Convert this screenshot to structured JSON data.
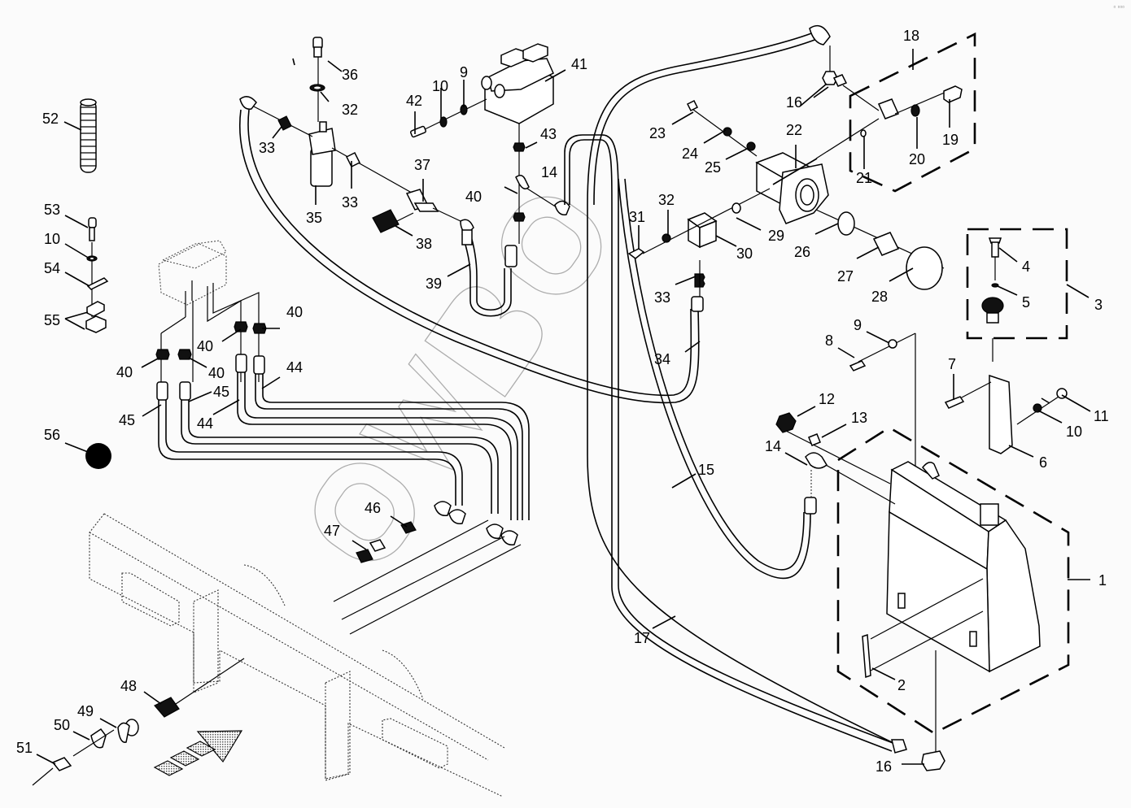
{
  "diagram": {
    "title": "Hydraulic system exploded parts diagram",
    "watermark": "OWB",
    "corner_mark": "▫ ▫▫▫",
    "callouts": [
      {
        "id": "c1",
        "label": "1"
      },
      {
        "id": "c2",
        "label": "2"
      },
      {
        "id": "c3",
        "label": "3"
      },
      {
        "id": "c4",
        "label": "4"
      },
      {
        "id": "c5",
        "label": "5"
      },
      {
        "id": "c6",
        "label": "6"
      },
      {
        "id": "c7",
        "label": "7"
      },
      {
        "id": "c8",
        "label": "8"
      },
      {
        "id": "c9a",
        "label": "9"
      },
      {
        "id": "c9b",
        "label": "9"
      },
      {
        "id": "c10a",
        "label": "10"
      },
      {
        "id": "c10b",
        "label": "10"
      },
      {
        "id": "c10c",
        "label": "10"
      },
      {
        "id": "c11",
        "label": "11"
      },
      {
        "id": "c12",
        "label": "12"
      },
      {
        "id": "c13",
        "label": "13"
      },
      {
        "id": "c14a",
        "label": "14"
      },
      {
        "id": "c14b",
        "label": "14"
      },
      {
        "id": "c15",
        "label": "15"
      },
      {
        "id": "c16a",
        "label": "16"
      },
      {
        "id": "c16b",
        "label": "16"
      },
      {
        "id": "c17",
        "label": "17"
      },
      {
        "id": "c18",
        "label": "18"
      },
      {
        "id": "c19",
        "label": "19"
      },
      {
        "id": "c20",
        "label": "20"
      },
      {
        "id": "c21",
        "label": "21"
      },
      {
        "id": "c22",
        "label": "22"
      },
      {
        "id": "c23",
        "label": "23"
      },
      {
        "id": "c24",
        "label": "24"
      },
      {
        "id": "c25",
        "label": "25"
      },
      {
        "id": "c26",
        "label": "26"
      },
      {
        "id": "c27",
        "label": "27"
      },
      {
        "id": "c28",
        "label": "28"
      },
      {
        "id": "c29",
        "label": "29"
      },
      {
        "id": "c30",
        "label": "30"
      },
      {
        "id": "c31",
        "label": "31"
      },
      {
        "id": "c32a",
        "label": "32"
      },
      {
        "id": "c32b",
        "label": "32"
      },
      {
        "id": "c33a",
        "label": "33"
      },
      {
        "id": "c33b",
        "label": "33"
      },
      {
        "id": "c33c",
        "label": "33"
      },
      {
        "id": "c34",
        "label": "34"
      },
      {
        "id": "c35",
        "label": "35"
      },
      {
        "id": "c36",
        "label": "36"
      },
      {
        "id": "c37",
        "label": "37"
      },
      {
        "id": "c38",
        "label": "38"
      },
      {
        "id": "c39",
        "label": "39"
      },
      {
        "id": "c40a",
        "label": "40"
      },
      {
        "id": "c40b",
        "label": "40"
      },
      {
        "id": "c40c",
        "label": "40"
      },
      {
        "id": "c40d",
        "label": "40"
      },
      {
        "id": "c40e",
        "label": "40"
      },
      {
        "id": "c41",
        "label": "41"
      },
      {
        "id": "c42",
        "label": "42"
      },
      {
        "id": "c43",
        "label": "43"
      },
      {
        "id": "c44a",
        "label": "44"
      },
      {
        "id": "c44b",
        "label": "44"
      },
      {
        "id": "c45a",
        "label": "45"
      },
      {
        "id": "c45b",
        "label": "45"
      },
      {
        "id": "c46",
        "label": "46"
      },
      {
        "id": "c47",
        "label": "47"
      },
      {
        "id": "c48",
        "label": "48"
      },
      {
        "id": "c49",
        "label": "49"
      },
      {
        "id": "c50",
        "label": "50"
      },
      {
        "id": "c51",
        "label": "51"
      },
      {
        "id": "c52",
        "label": "52"
      },
      {
        "id": "c53",
        "label": "53"
      },
      {
        "id": "c54",
        "label": "54"
      },
      {
        "id": "c55",
        "label": "55"
      },
      {
        "id": "c56",
        "label": "56"
      }
    ]
  }
}
